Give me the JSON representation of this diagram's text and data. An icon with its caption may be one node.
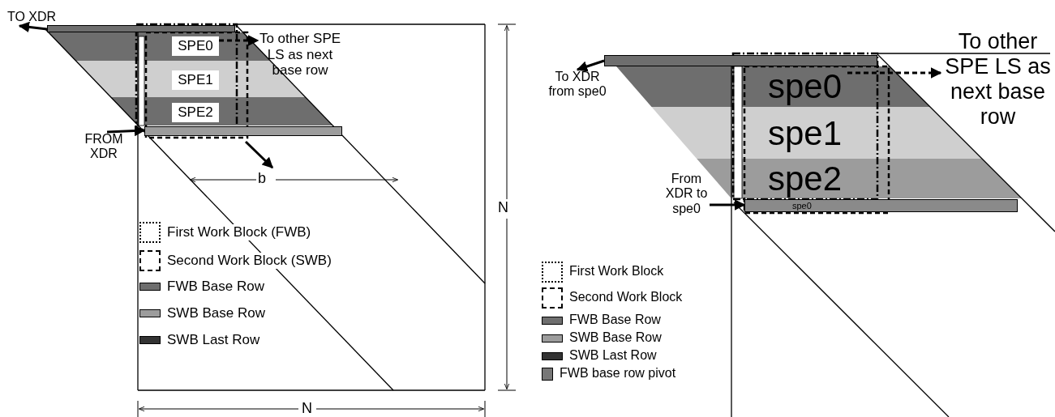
{
  "diagram": {
    "nodes": [
      {
        "text": [
          "TO XDR"
        ]
      },
      {
        "text": [],
        "shape": "bar"
      },
      {
        "text": [
          "SPE0"
        ]
      },
      {
        "text": [
          "SPE1"
        ]
      },
      {
        "text": [
          "SPE2"
        ]
      },
      {
        "text": [
          "To other SPE LS as next base row"
        ]
      },
      {
        "text": [
          "FROM XDR"
        ]
      },
      {
        "text": [
          "To XDR from spe0"
        ]
      },
      {
        "text": [],
        "shape": "bar"
      },
      {
        "text": [
          "spe0"
        ]
      },
      {
        "text": [
          "spe1"
        ]
      },
      {
        "text": [
          "spe2"
        ]
      },
      {
        "text": [
          "To other SPE LS as next base row"
        ]
      },
      {
        "text": [
          "From XDR to spe0"
        ]
      },
      {
        "text": [
          "spe0"
        ]
      },
      {
        "text": [],
        "shape": "bar"
      }
    ],
    "edges": [
      {
        "from": 1,
        "to": 0,
        "arrow": "to"
      },
      {
        "from": 2,
        "to": 5,
        "arrow": "to",
        "style": "dashed"
      },
      {
        "from": 6,
        "to": 15,
        "arrow": "to"
      },
      {
        "from": 8,
        "to": 7,
        "arrow": "to"
      },
      {
        "from": 9,
        "to": 12,
        "arrow": "to",
        "style": "dashed"
      },
      {
        "from": 13,
        "to": 14,
        "arrow": "to"
      }
    ],
    "labels": [
      "b",
      "N",
      "N"
    ],
    "legend": [
      {
        "text": "First Work Block (FWB)"
      },
      {
        "text": "Second Work Block (SWB)"
      },
      {
        "text": "FWB Base Row"
      },
      {
        "text": "SWB Base Row"
      },
      {
        "text": "SWB Last Row"
      },
      {
        "text": "First Work Block"
      },
      {
        "text": "Second Work Block"
      },
      {
        "text": "FWB Base Row"
      },
      {
        "text": "SWB Base Row"
      },
      {
        "text": "SWB Last Row"
      },
      {
        "text": "FWB base row pivot"
      }
    ]
  }
}
